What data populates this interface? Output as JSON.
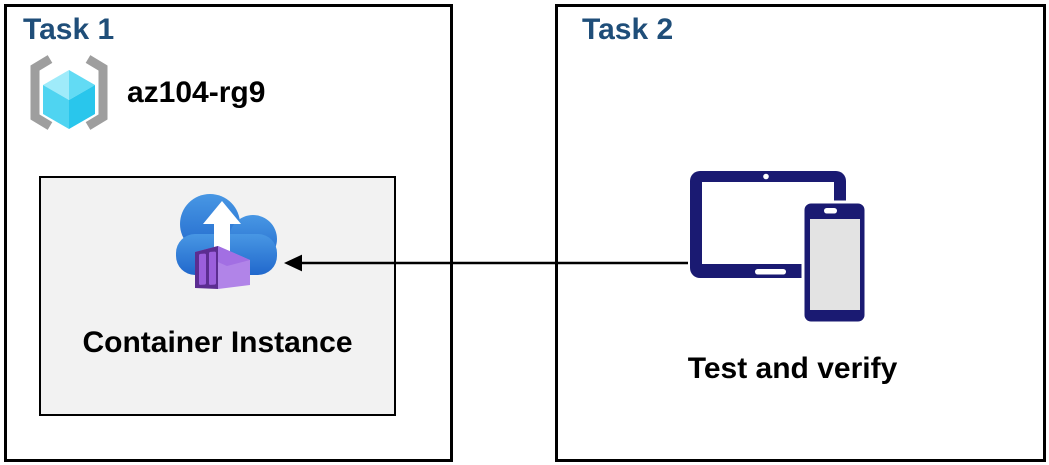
{
  "diagram": {
    "task1": {
      "title": "Task 1",
      "resource_group": {
        "name": "az104-rg9",
        "icon": "resource-group-icon"
      },
      "container_box": {
        "label": "Container Instance",
        "icon": "container-instances-icon"
      }
    },
    "task2": {
      "title": "Task 2",
      "label": "Test and verify",
      "icon": "devices-icon"
    },
    "arrow": {
      "from": "devices-icon",
      "to": "container-instance-box",
      "direction": "right-to-left"
    },
    "colors": {
      "task_title": "#1F4E79",
      "box_border": "#000000",
      "inner_box_bg": "#F2F2F2",
      "label_text": "#000000",
      "devices_navy": "#1A1A72",
      "cloud_blue_top": "#4897E4",
      "cloud_blue_bottom": "#2168CC",
      "container_purple_dark": "#5C2D91",
      "container_purple": "#9B5FDC",
      "container_purple_light": "#B184E8",
      "cube_cyan_lightest": "#9FEBFA",
      "cube_cyan_light": "#62DBF4",
      "cube_cyan_mid": "#4FD4F1",
      "cube_cyan_dark": "#29C6EC",
      "bracket_gray": "#9E9E9E"
    }
  }
}
